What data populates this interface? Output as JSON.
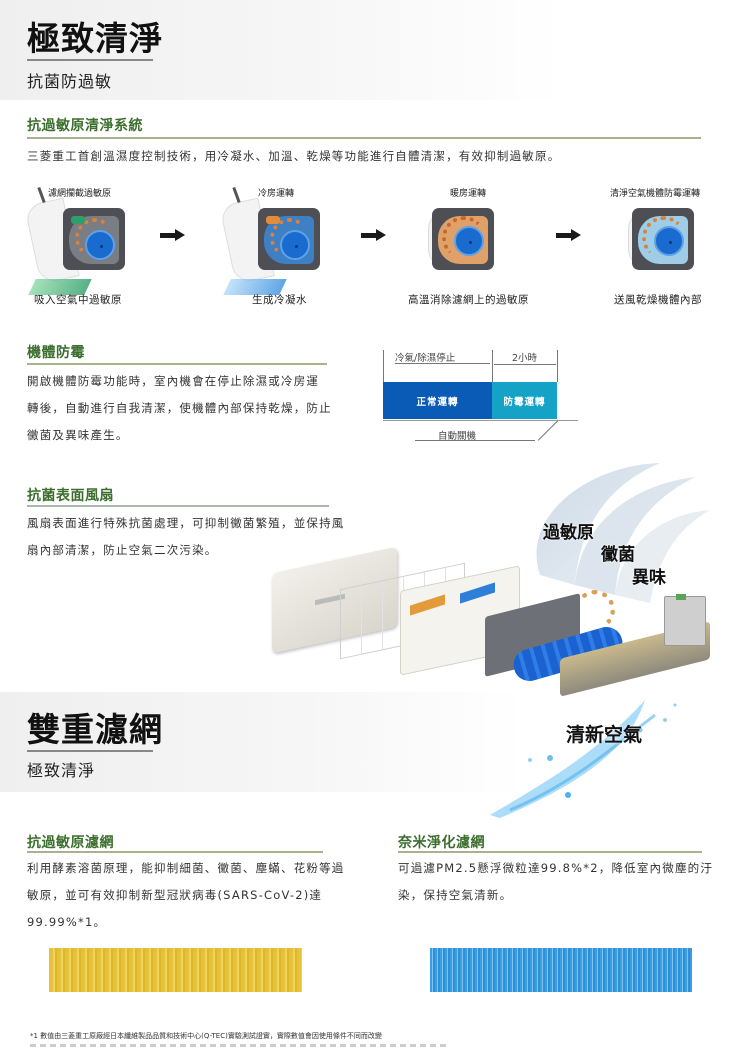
{
  "hero1": {
    "title": "極致清淨",
    "subtitle": "抗菌防過敏"
  },
  "section_system": {
    "heading": "抗過敏原清淨系統",
    "body": "三菱重工首創溫濕度控制技術，用冷凝水、加溫、乾燥等功能進行自體清潔，有效抑制過敏原。",
    "steps": [
      {
        "top_label": "濾網攔截過敏原",
        "caption": "吸入空氣中過敏原",
        "accent": "#2e9e6a"
      },
      {
        "top_label": "冷房運轉",
        "caption": "生成冷凝水",
        "accent": "#3a8fe0"
      },
      {
        "top_label": "暖房運轉",
        "caption": "高溫消除濾網上的過敏原",
        "accent": "#d9823a"
      },
      {
        "top_label": "清淨空氣機體防霉運轉",
        "caption": "送風乾燥機體內部",
        "accent": "#8cc6e0"
      }
    ],
    "arrow_icon": "right-arrow-icon"
  },
  "section_mold": {
    "heading": "機體防霉",
    "body_lines": [
      "開啟機體防霉功能時，室內機會在停止除濕或冷房運",
      "轉後，自動進行自我清潔，使機體內部保持乾燥，防止",
      "黴菌及異味產生。"
    ],
    "diagram": {
      "stop_label": "冷氣/除濕停止",
      "duration_label": "2小時",
      "normal_label": "正常運轉",
      "mold_label": "防霉運轉",
      "auto_off_label": "自動關機",
      "normal_color": "#0a5bb5",
      "mold_color": "#14a3c7"
    }
  },
  "section_fan": {
    "heading": "抗菌表面風扇",
    "body_lines": [
      "風扇表面進行特殊抗菌處理，可抑制黴菌繁殖，並保持風",
      "扇內部清潔，防止空氣二次污染。"
    ],
    "swirl_words": [
      "過敏原",
      "黴菌",
      "異味"
    ],
    "fresh_air": "清新空氣"
  },
  "hero2": {
    "title": "雙重濾網",
    "subtitle": "極致清淨"
  },
  "section_filter_allergy": {
    "heading": "抗過敏原濾網",
    "body_lines": [
      "利用酵素溶菌原理，能抑制細菌、黴菌、塵蟎、花粉等過",
      "敏原，並可有效抑制新型冠狀病毒(SARS-CoV-2)達",
      "99.99%*1。"
    ],
    "filter_color": "#e8c43a"
  },
  "section_filter_nano": {
    "heading": "奈米淨化濾網",
    "body_lines": [
      "可過濾PM2.5懸浮微粒達99.8%*2，降低室內微塵的汙",
      "染，保持空氣清新。"
    ],
    "filter_color": "#3a9ee0"
  },
  "footnote": "*1 數值由三菱重工原廠經日本纖維製品品質和技術中心(Q-TEC)實驗測試證實，實際數值會因使用條件不同而改變",
  "colors": {
    "heading_green": "#3c6e2e",
    "rule_green": "#a7b38f"
  }
}
